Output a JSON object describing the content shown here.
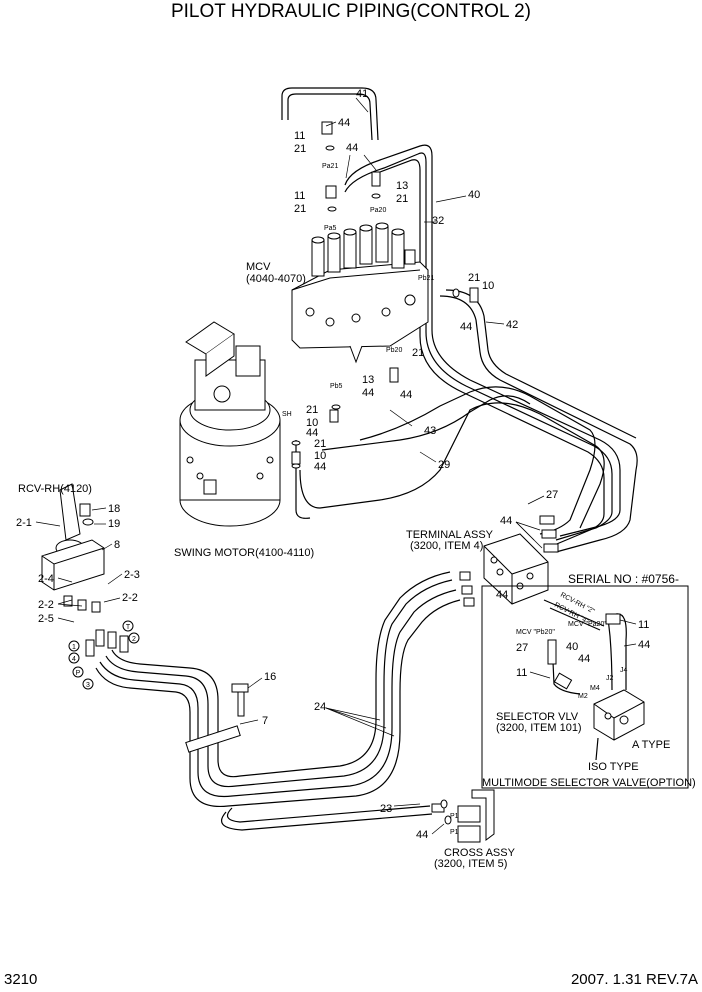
{
  "title": "PILOT HYDRAULIC PIPING(CONTROL 2)",
  "footer": {
    "page_number": "3210",
    "date_rev": "2007. 1.31  REV.7A"
  },
  "components": {
    "mcv": "MCV",
    "mcv_range": "(4040-4070)",
    "swing_motor": "SWING MOTOR(4100-4110)",
    "rcv": "RCV-RH(4120)",
    "terminal_assy": "TERMINAL ASSY",
    "terminal_assy_ref": "(3200, ITEM 4)",
    "cross_assy": "CROSS ASSY",
    "cross_assy_ref": "(3200, ITEM 5)",
    "serial_no": "SERIAL NO : #0756-",
    "selector_vlv": "SELECTOR VLV",
    "selector_ref": "(3200, ITEM 101)",
    "a_type": "A  TYPE",
    "iso_type": "ISO  TYPE",
    "multimode": "MULTIMODE SELECTOR VALVE(OPTION)"
  },
  "ports": {
    "pa21": "Pa21",
    "pa20": "Pa20",
    "pa5": "Pa5",
    "pb21": "Pb21",
    "pb20": "Pb20",
    "pb5": "Pb5",
    "sh": "SH",
    "rcv_rh_2": "RCV-RH \"2\"",
    "rcv_rh_4": "RCV-RH \"4\"",
    "mcv_pb20": "MCV \"Pb20\"",
    "mcv_pa20": "MCV \"Pa20\"",
    "j2": "J2",
    "j4": "J4",
    "m4": "M4",
    "m2": "M2"
  },
  "circled": [
    "1",
    "4",
    "P",
    "3",
    "T",
    "2"
  ],
  "callouts": {
    "c41": "41",
    "c44a": "44",
    "c11a": "11",
    "c21a": "21",
    "c44b": "44",
    "c13a": "13",
    "c21b": "21",
    "c40": "40",
    "c11b": "11",
    "c21c": "21",
    "c32": "32",
    "c21d": "21",
    "c10a": "10",
    "c44c": "44",
    "c42": "42",
    "c21e": "21",
    "c13b": "13",
    "c44d": "44",
    "c44e": "44",
    "c21f": "21",
    "c10b": "10",
    "c44f": "44",
    "c43": "43",
    "c21g": "21",
    "c10c": "10",
    "c44g": "44",
    "c29": "29",
    "c27": "27",
    "c44h": "44",
    "c44i": "44",
    "c18": "18",
    "c19": "19",
    "c2_1": "2-1",
    "c8": "8",
    "c2_4": "2-4",
    "c2_3": "2-3",
    "c2_2a": "2-2",
    "c2_2b": "2-2",
    "c2_5": "2-5",
    "c16": "16",
    "c7": "7",
    "c24": "24",
    "c23": "23",
    "c44j": "44",
    "c11c": "11",
    "c44k": "44",
    "c27b": "27",
    "c40b": "40",
    "c44l": "44",
    "c11d": "11"
  }
}
